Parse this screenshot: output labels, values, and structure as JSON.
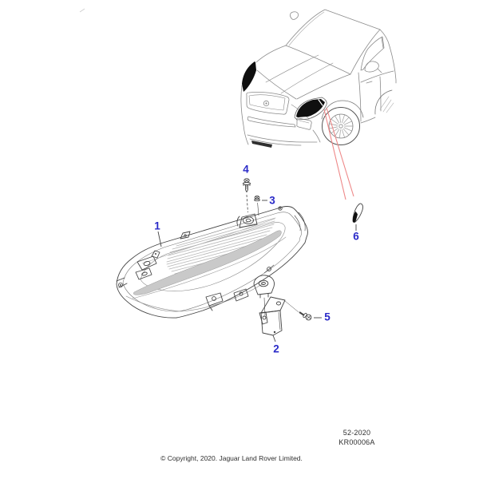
{
  "colors": {
    "callout_blue": "#2a2ac8",
    "highlight_red": "#ee8888",
    "artwork_line": "#444444",
    "vehicle_line": "#8a8a8a",
    "text": "#2e2e2e",
    "background": "#ffffff"
  },
  "callouts": [
    {
      "label": "1"
    },
    {
      "label": "2"
    },
    {
      "label": "3"
    },
    {
      "label": "4"
    },
    {
      "label": "5"
    },
    {
      "label": "6"
    }
  ],
  "reference": {
    "code_line1": "52-2020",
    "code_line2": "KR00006A"
  },
  "footer": {
    "copyright": "© Copyright, 2020. Jaguar Land Rover Limited."
  }
}
